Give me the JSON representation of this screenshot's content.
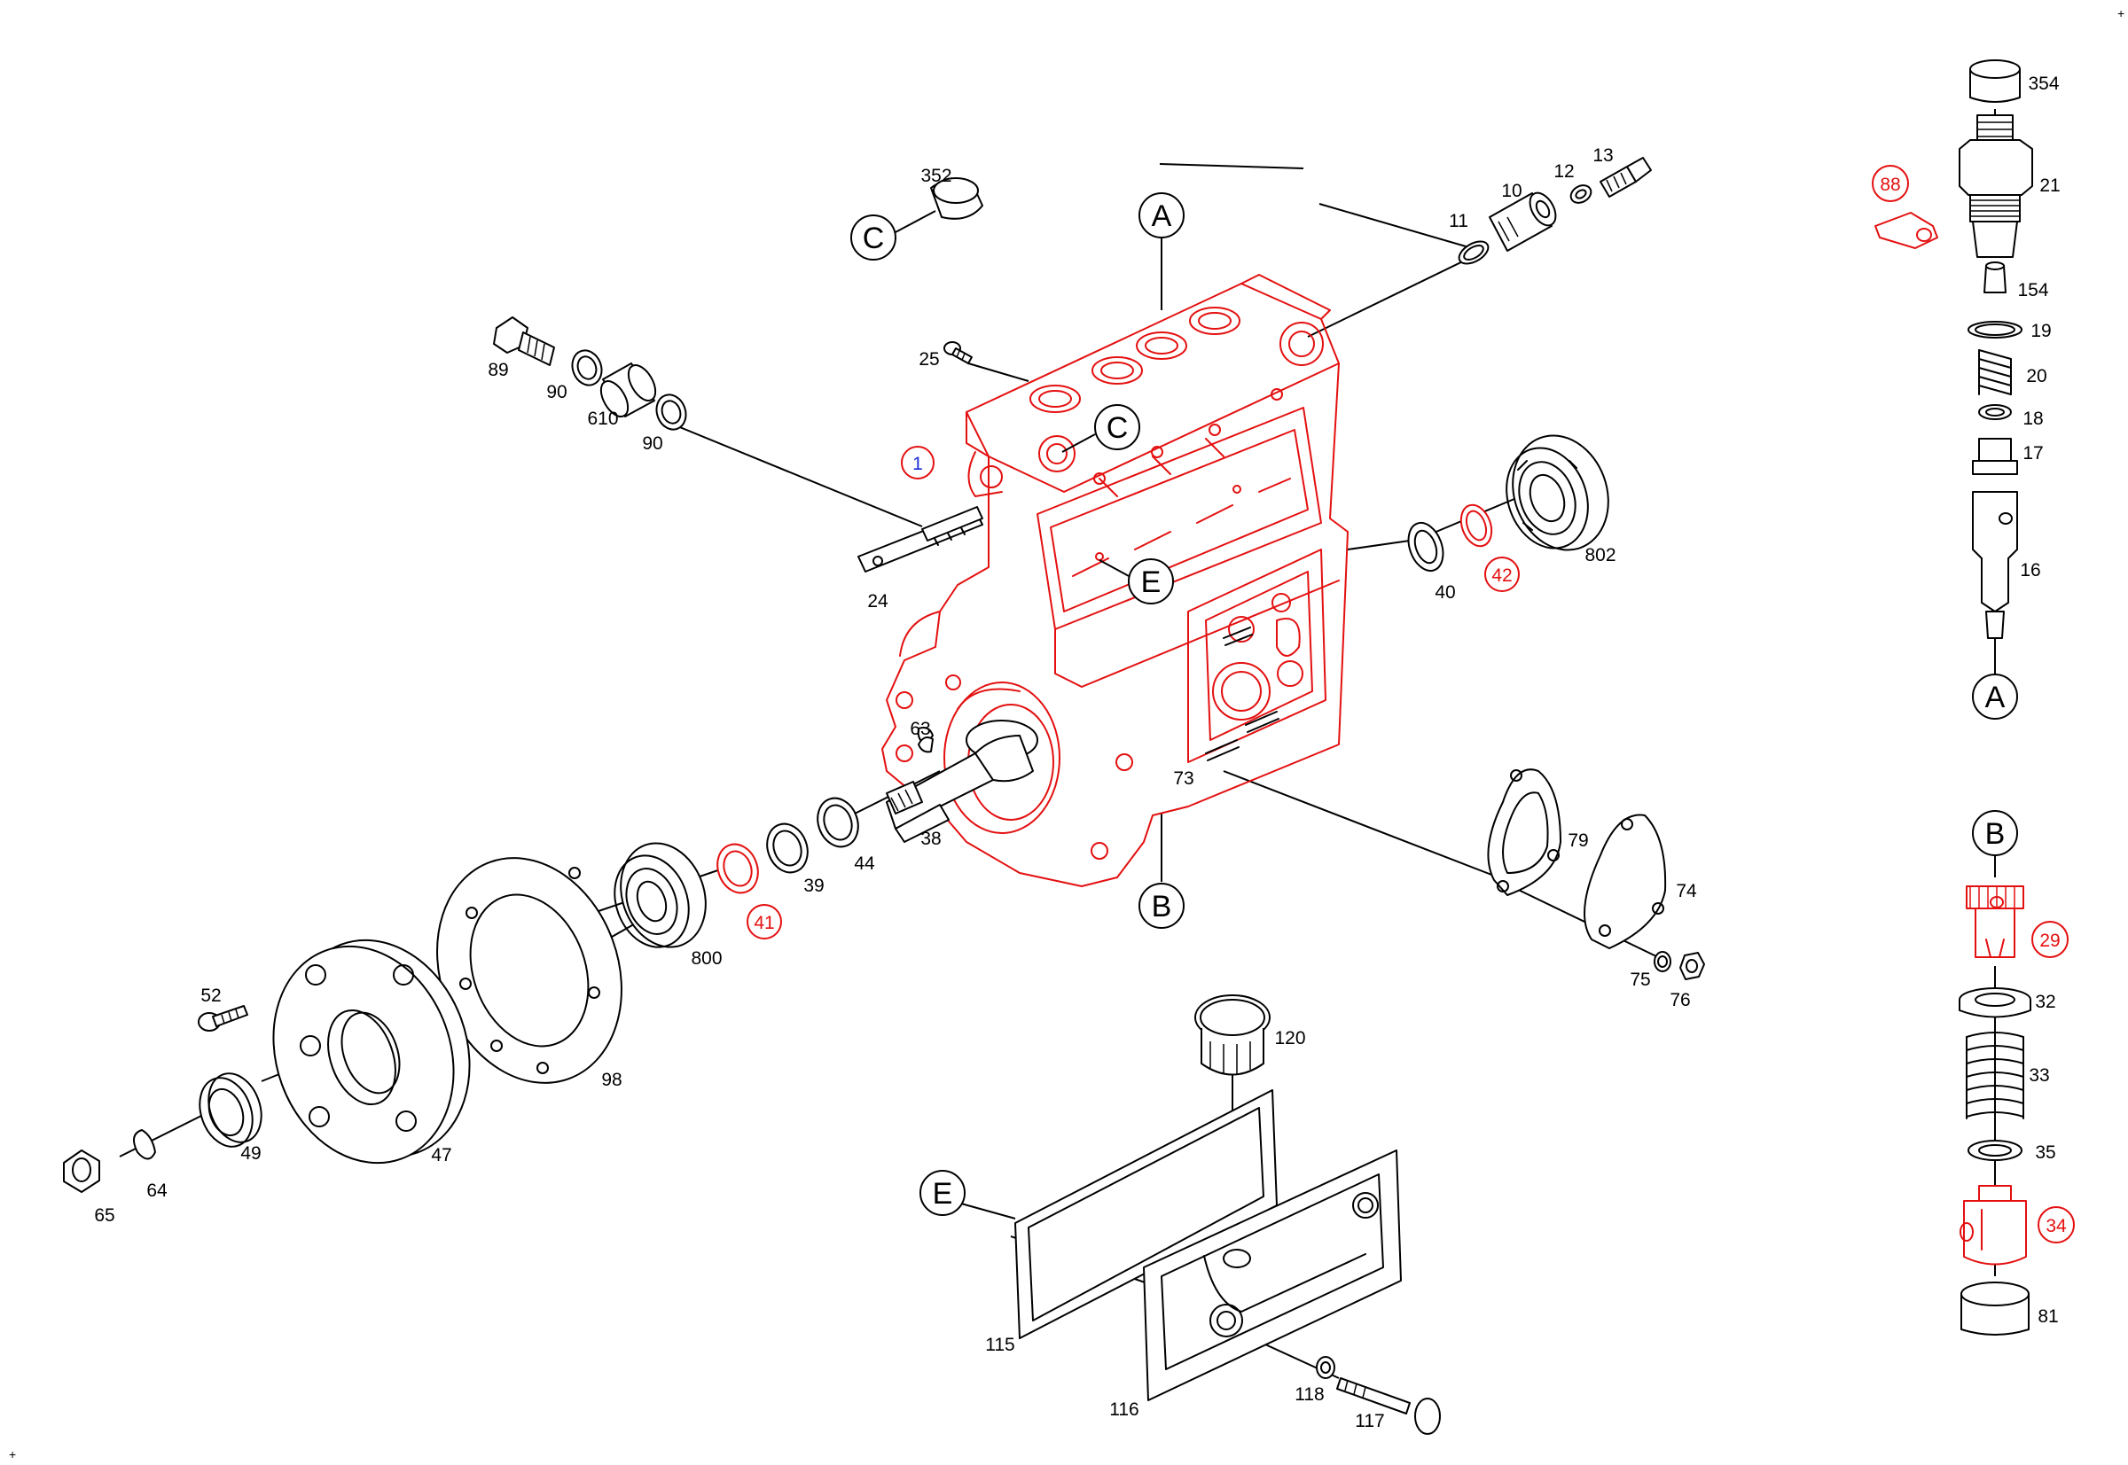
{
  "diagram": {
    "colors": {
      "ink": "#000000",
      "highlight": "#e41010",
      "info": "#1a2dd6"
    },
    "reference_markers": {
      "A_top": "A",
      "A_bottom": "A",
      "B_main": "B",
      "B_side": "B",
      "C_cap": "C",
      "C_body": "C",
      "E_body": "E",
      "E_cover": "E"
    },
    "parts": {
      "p1": "1",
      "p10": "10",
      "p11": "11",
      "p12": "12",
      "p13": "13",
      "p16": "16",
      "p17": "17",
      "p18": "18",
      "p19": "19",
      "p20": "20",
      "p21": "21",
      "p24": "24",
      "p25": "25",
      "p29": "29",
      "p32": "32",
      "p33": "33",
      "p34": "34",
      "p35": "35",
      "p38": "38",
      "p39": "39",
      "p40": "40",
      "p41": "41",
      "p42": "42",
      "p44": "44",
      "p47": "47",
      "p49": "49",
      "p52": "52",
      "p63": "63",
      "p64": "64",
      "p65": "65",
      "p73": "73",
      "p74": "74",
      "p75": "75",
      "p76": "76",
      "p79": "79",
      "p81": "81",
      "p88": "88",
      "p89": "89",
      "p90a": "90",
      "p90b": "90",
      "p98": "98",
      "p115": "115",
      "p116": "116",
      "p117": "117",
      "p118": "118",
      "p120": "120",
      "p154": "154",
      "p352": "352",
      "p354": "354",
      "p610": "610",
      "p800": "800",
      "p802": "802"
    }
  }
}
